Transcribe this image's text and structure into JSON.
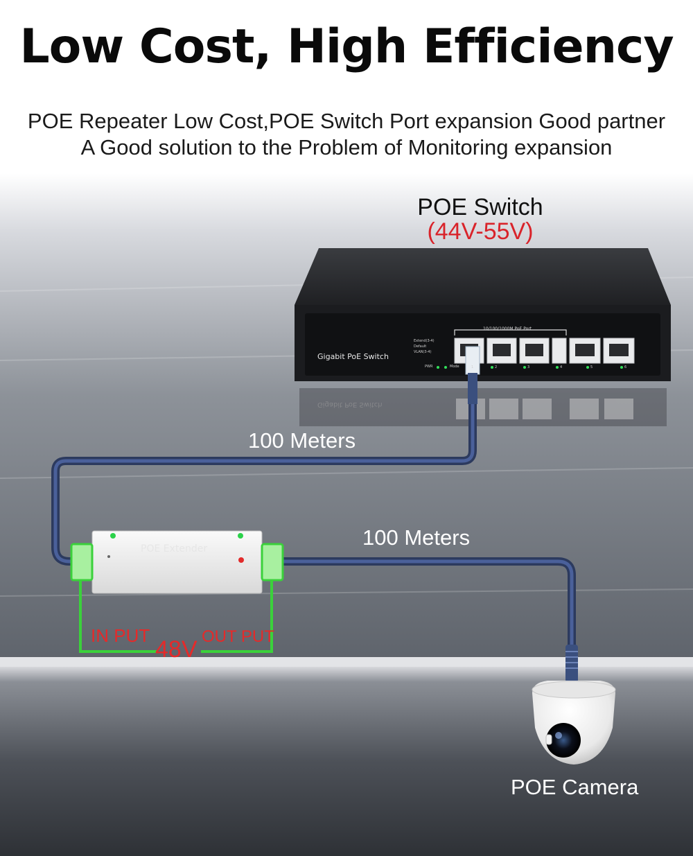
{
  "headline": "Low Cost, High Efficiency",
  "subtitle": [
    "POE Repeater Low Cost,POE Switch Port expansion Good partner",
    "A Good solution to the Problem of Monitoring expansion"
  ],
  "poe_switch": {
    "name": "POE Switch",
    "voltage": "(44V-55V)",
    "panel_label": "Gigabit PoE Switch",
    "port_header": "10/100/1000M PoE Port",
    "mode_labels": [
      "Extend(3-4)",
      "Default",
      "VLAN(3-4)"
    ],
    "indicator_labels": [
      "PWR",
      "Mode"
    ],
    "port_numbers": [
      "1",
      "2",
      "3",
      "4",
      "5",
      "6"
    ]
  },
  "cables": {
    "segment_1": "100 Meters",
    "segment_2": "100 Meters"
  },
  "extender": {
    "body_text": "POE Extender",
    "input_label": "IN PUT",
    "output_label": "OUT PUT",
    "voltage": "48V"
  },
  "camera": {
    "label": "POE Camera"
  },
  "colors": {
    "cable": "#3a4f7e",
    "highlight_green": "#3bd13b",
    "voltage_red": "#d9232a"
  }
}
